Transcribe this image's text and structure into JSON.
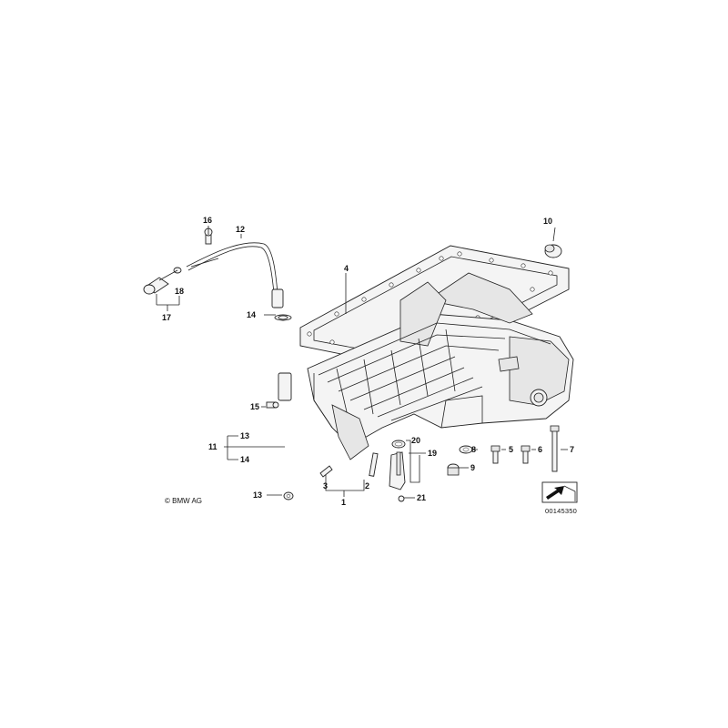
{
  "copyright": "© BMW AG",
  "reference_number": "00145350",
  "callouts": [
    {
      "id": "c1",
      "label": "1"
    },
    {
      "id": "c2",
      "label": "2"
    },
    {
      "id": "c3",
      "label": "3"
    },
    {
      "id": "c4",
      "label": "4"
    },
    {
      "id": "c5",
      "label": "5"
    },
    {
      "id": "c6",
      "label": "6"
    },
    {
      "id": "c7",
      "label": "7"
    },
    {
      "id": "c8",
      "label": "8"
    },
    {
      "id": "c9",
      "label": "9"
    },
    {
      "id": "c10",
      "label": "10"
    },
    {
      "id": "c11",
      "label": "11"
    },
    {
      "id": "c12",
      "label": "12"
    },
    {
      "id": "c13a",
      "label": "13"
    },
    {
      "id": "c13b",
      "label": "13"
    },
    {
      "id": "c14a",
      "label": "14"
    },
    {
      "id": "c14b",
      "label": "14"
    },
    {
      "id": "c15",
      "label": "15"
    },
    {
      "id": "c16",
      "label": "16"
    },
    {
      "id": "c17",
      "label": "17"
    },
    {
      "id": "c18",
      "label": "18"
    },
    {
      "id": "c19",
      "label": "19"
    },
    {
      "id": "c20",
      "label": "20"
    },
    {
      "id": "c21",
      "label": "21"
    }
  ],
  "icons": {
    "direction_box": "arrow-pointer-icon"
  }
}
